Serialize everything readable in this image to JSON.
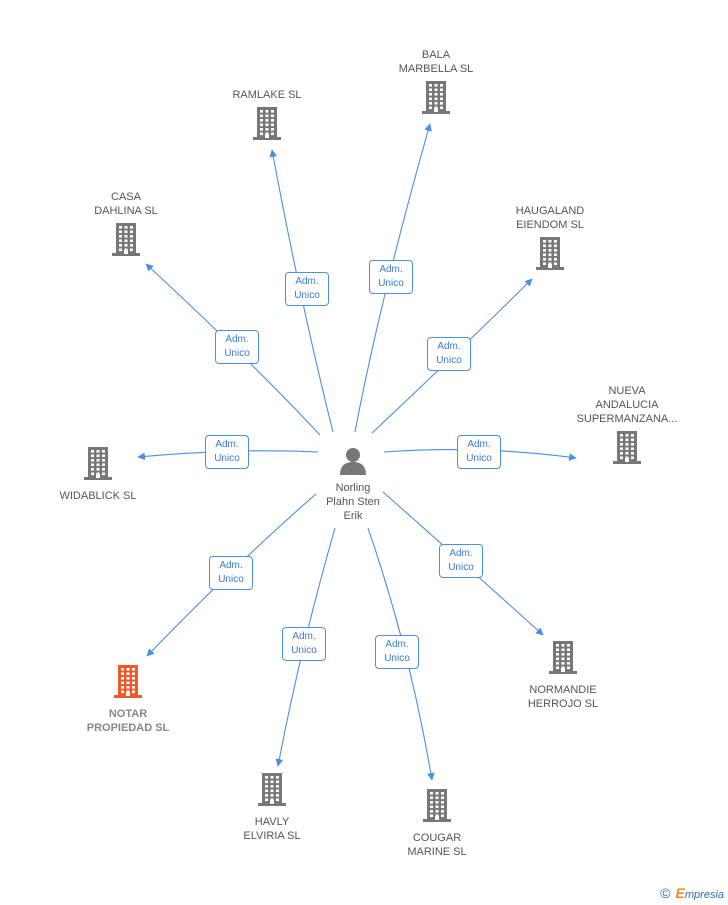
{
  "center": {
    "name": "Norling\nPlahn Sten\nErik",
    "icon": "person-icon"
  },
  "edge_label": [
    "Adm.",
    "Unico"
  ],
  "companies": [
    {
      "id": "bala",
      "name": "BALA\nMARBELLA  SL",
      "highlight": false
    },
    {
      "id": "ramlake",
      "name": "RAMLAKE SL",
      "highlight": false
    },
    {
      "id": "casa",
      "name": "CASA\nDAHLINA SL",
      "highlight": false
    },
    {
      "id": "haugaland",
      "name": "HAUGALAND\nEIENDOM SL",
      "highlight": false
    },
    {
      "id": "nueva",
      "name": "NUEVA\nANDALUCIA\nSUPERMANZANA...",
      "highlight": false
    },
    {
      "id": "widablick",
      "name": "WIDABLICK SL",
      "highlight": false
    },
    {
      "id": "normandie",
      "name": "NORMANDIE\nHERROJO SL",
      "highlight": false
    },
    {
      "id": "notar",
      "name": "NOTAR\nPROPIEDAD SL",
      "highlight": true
    },
    {
      "id": "havly",
      "name": "HAVLY\nELVIRIA SL",
      "highlight": false
    },
    {
      "id": "cougar",
      "name": "COUGAR\nMARINE  SL",
      "highlight": false
    }
  ],
  "colors": {
    "edge": "#4a90e2",
    "building": "#777777",
    "building_highlight": "#f05a28",
    "person": "#777777"
  },
  "brand": {
    "copyright": "©",
    "e": "E",
    "rest": "mpresia"
  }
}
